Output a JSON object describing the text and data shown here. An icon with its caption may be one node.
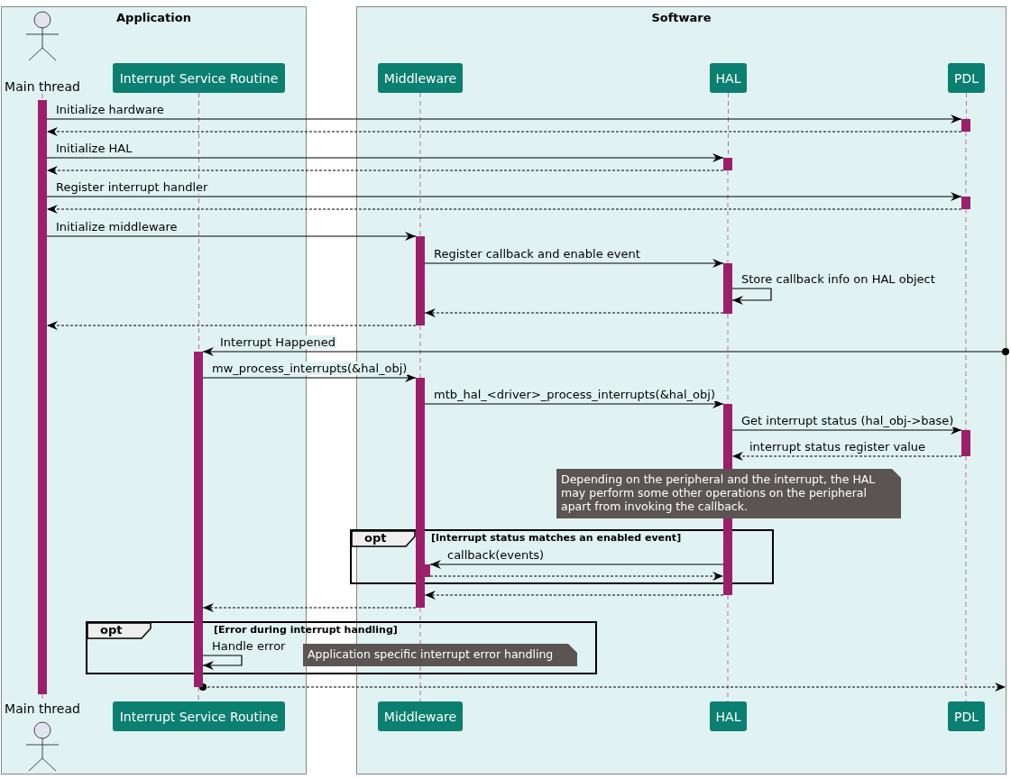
{
  "diagram": {
    "nodes": [
      {
        "text": [
          "Application"
        ]
      },
      {
        "text": [
          "Main thread"
        ],
        "in": 0
      },
      {
        "text": [
          "Interrupt Service Routine"
        ],
        "in": 0
      },
      {
        "text": [
          "Software"
        ]
      },
      {
        "text": [
          "Middleware"
        ],
        "in": 3
      },
      {
        "text": [
          "HAL"
        ],
        "in": 3
      },
      {
        "text": [
          "PDL"
        ],
        "in": 3
      },
      {
        "text": [],
        "shape": "bar",
        "in": 0
      },
      {
        "text": [],
        "shape": "bar",
        "in": 3
      },
      {
        "text": [],
        "shape": "bar",
        "in": 3
      },
      {
        "text": [],
        "shape": "bar",
        "in": 3
      },
      {
        "text": [],
        "shape": "bar",
        "in": 3
      },
      {
        "text": [],
        "shape": "bar",
        "in": 3
      },
      {
        "text": [],
        "shape": "bar",
        "in": 0
      },
      {
        "text": [],
        "shape": "bar",
        "in": 3
      },
      {
        "text": [],
        "shape": "bar",
        "in": 3
      },
      {
        "text": [],
        "shape": "bar",
        "in": 3
      },
      {
        "text": [
          "Depending on the peripheral and the interrupt, the HAL may perform some other operations on the peripheral apart from invoking the callback."
        ],
        "in": 3
      },
      {
        "text": [
          "opt",
          "[Interrupt status matches an enabled event]"
        ],
        "in": 3
      },
      {
        "text": [],
        "shape": "bar",
        "in": 18
      },
      {
        "text": [
          "opt",
          "[Error during interrupt handling]"
        ]
      },
      {
        "text": [
          "Application specific interrupt error handling"
        ],
        "in": 20
      },
      {
        "text": [
          "Main thread"
        ],
        "in": 0
      },
      {
        "text": [
          "Interrupt Service Routine"
        ],
        "in": 0
      },
      {
        "text": [
          "Middleware"
        ],
        "in": 3
      },
      {
        "text": [
          "HAL"
        ],
        "in": 3
      },
      {
        "text": [
          "PDL"
        ],
        "in": 3
      },
      {
        "text": [],
        "shape": "bar",
        "in": 3
      }
    ],
    "edges": [
      {
        "from": 1,
        "to": 7,
        "arrow": "none",
        "style": "dashed",
        "color": "#c46a9e"
      },
      {
        "from": 7,
        "to": 22,
        "arrow": "none",
        "style": "dashed",
        "color": "#c46a9e"
      },
      {
        "from": 2,
        "to": 13,
        "arrow": "none",
        "style": "dashed",
        "color": "#c46a9e"
      },
      {
        "from": 13,
        "to": 23,
        "arrow": "none",
        "style": "dashed",
        "color": "#c46a9e"
      },
      {
        "from": 4,
        "to": 11,
        "arrow": "none",
        "style": "dashed",
        "color": "#c46a9e"
      },
      {
        "from": 11,
        "to": 14,
        "arrow": "none",
        "style": "dashed",
        "color": "#c46a9e"
      },
      {
        "from": 14,
        "to": 21,
        "arrow": "none",
        "style": "dashed",
        "color": "#c46a9e"
      },
      {
        "from": 5,
        "to": 9,
        "arrow": "none",
        "style": "dashed",
        "color": "#c46a9e"
      },
      {
        "from": 9,
        "to": 12,
        "arrow": "none",
        "style": "dashed",
        "color": "#c46a9e"
      },
      {
        "from": 12,
        "to": 15,
        "arrow": "none",
        "style": "dashed",
        "color": "#c46a9e"
      },
      {
        "from": 27,
        "to": 25,
        "arrow": "none",
        "style": "dashed",
        "color": "#c46a9e"
      },
      {
        "from": 6,
        "to": 8,
        "arrow": "none",
        "style": "dashed",
        "color": "#c46a9e"
      },
      {
        "from": 8,
        "to": 10,
        "arrow": "none",
        "style": "dashed",
        "color": "#c46a9e"
      },
      {
        "from": 10,
        "to": 16,
        "arrow": "none",
        "style": "dashed",
        "color": "#c46a9e"
      },
      {
        "from": 16,
        "to": 26,
        "arrow": "none",
        "style": "dashed",
        "color": "#c46a9e"
      },
      {
        "from": 7,
        "to": 8,
        "arrow": "to",
        "label": "Initialize hardware"
      },
      {
        "from": 8,
        "to": 7,
        "arrow": "to",
        "style": "dashed"
      },
      {
        "from": 7,
        "to": 9,
        "arrow": "to",
        "label": "Initialize HAL"
      },
      {
        "from": 9,
        "to": 7,
        "arrow": "to",
        "style": "dashed"
      },
      {
        "from": 7,
        "to": 10,
        "arrow": "to",
        "label": "Register interrupt handler"
      },
      {
        "from": 10,
        "to": 7,
        "arrow": "to",
        "style": "dashed"
      },
      {
        "from": 7,
        "to": 11,
        "arrow": "to",
        "label": "Initialize middleware"
      },
      {
        "from": 11,
        "to": 12,
        "arrow": "to",
        "label": "Register callback and enable event"
      },
      {
        "from": 12,
        "to": 12,
        "arrow": "to",
        "label": "Store callback info on HAL object"
      },
      {
        "from": 12,
        "to": 11,
        "arrow": "to",
        "style": "dashed"
      },
      {
        "from": 11,
        "to": 7,
        "arrow": "to",
        "style": "dashed"
      },
      {
        "from": 3,
        "to": 13,
        "arrow": "to",
        "label": "Interrupt Happened"
      },
      {
        "from": 13,
        "to": 14,
        "arrow": "to",
        "label": "mw_process_interrupts(&hal_obj)"
      },
      {
        "from": 14,
        "to": 15,
        "arrow": "to",
        "label": "mtb_hal_<driver>_process_interrupts(&hal_obj)"
      },
      {
        "from": 15,
        "to": 16,
        "arrow": "to",
        "label": "Get interrupt status (hal_obj->base)"
      },
      {
        "from": 16,
        "to": 15,
        "arrow": "to",
        "style": "dashed",
        "label": "interrupt status register value"
      },
      {
        "from": 27,
        "to": 19,
        "arrow": "to",
        "label": "callback(events)"
      },
      {
        "from": 19,
        "to": 27,
        "arrow": "to",
        "style": "dashed"
      },
      {
        "from": 27,
        "to": 14,
        "arrow": "to",
        "style": "dashed"
      },
      {
        "from": 14,
        "to": 13,
        "arrow": "to",
        "style": "dashed"
      },
      {
        "from": 13,
        "to": 13,
        "arrow": "to",
        "label": "Handle error"
      },
      {
        "from": 13,
        "to": 3,
        "arrow": "to",
        "style": "dashed"
      },
      {
        "from": 21,
        "to": 24,
        "arrow": "none",
        "style": "dashed",
        "color": "#c46a9e"
      }
    ]
  }
}
